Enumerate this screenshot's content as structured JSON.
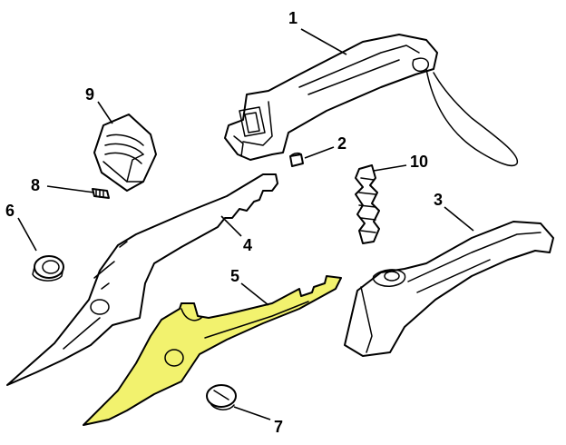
{
  "diagram": {
    "highlight_color": "#f2f26e",
    "line_color": "#000000",
    "background": "#ffffff",
    "callouts": [
      "1",
      "2",
      "3",
      "4",
      "5",
      "6",
      "7",
      "8",
      "9",
      "10"
    ],
    "highlighted_part": "5"
  }
}
